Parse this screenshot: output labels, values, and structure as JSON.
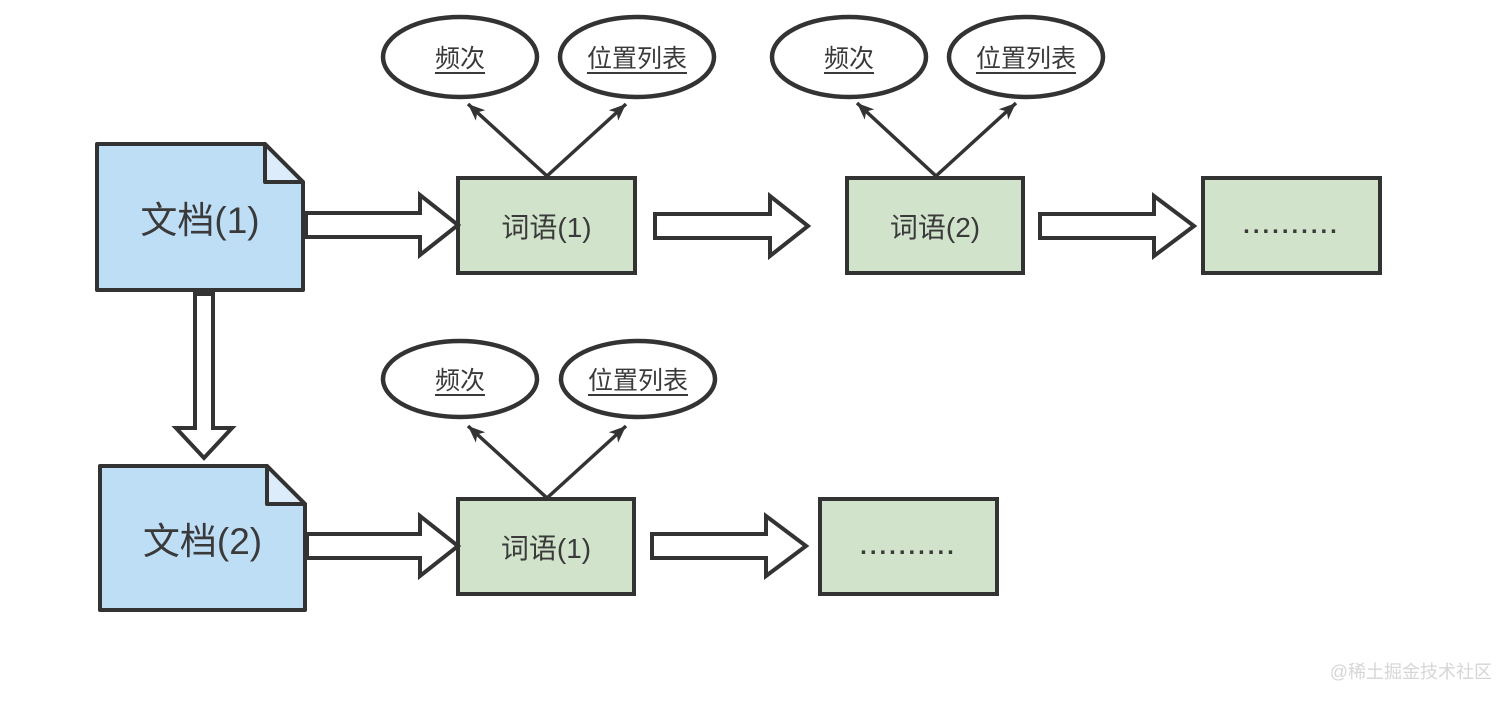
{
  "diagram": {
    "row1": {
      "doc": {
        "label": "文档(1)"
      },
      "term1": {
        "label": "词语(1)",
        "freq": "频次",
        "positions": "位置列表"
      },
      "term2": {
        "label": "词语(2)",
        "freq": "频次",
        "positions": "位置列表"
      },
      "more": {
        "label": ".........."
      }
    },
    "row2": {
      "doc": {
        "label": "文档(2)"
      },
      "term1": {
        "label": "词语(1)",
        "freq": "频次",
        "positions": "位置列表"
      },
      "more": {
        "label": ".........."
      }
    }
  },
  "watermark": {
    "label": "@稀土掘金技术社区"
  },
  "colors": {
    "doc_fill": "#bedef6",
    "doc_flap": "#dcecfa",
    "term_fill": "#d2e3cc",
    "bubble_fill": "#ffffff",
    "stroke": "#333333",
    "text": "#3a3a3a",
    "watermark": "#d6d6d6",
    "bg": "#ffffff"
  }
}
